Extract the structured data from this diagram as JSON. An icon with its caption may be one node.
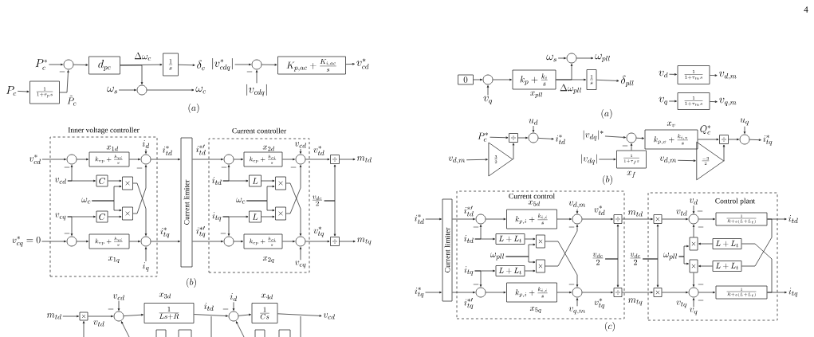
{
  "diagram": {
    "nodes": [
      {
        "text": [
          "P_c^*"
        ]
      },
      {
        "text": [],
        "shape": "circle",
        "beside": [
          "-"
        ]
      },
      {
        "text": [
          "d_{pc}"
        ]
      },
      {
        "text": [
          "\\frac{1}{s}"
        ]
      },
      {
        "text": [
          "\\delta_c"
        ]
      },
      {
        "text": [
          "P_c"
        ]
      },
      {
        "text": [
          "\\frac{1}{1+\\tau_p s}"
        ]
      },
      {
        "text": [
          "\\omega_s"
        ]
      },
      {
        "text": [],
        "shape": "circle"
      },
      {
        "text": [
          "\\omega_c"
        ]
      },
      {
        "text": [
          "|v_{cdq}^*|"
        ]
      },
      {
        "text": [],
        "shape": "circle",
        "beside": [
          "-"
        ]
      },
      {
        "text": [
          "|v_{cdq}|"
        ]
      },
      {
        "text": [
          "K_{p,ac}+\\frac{K_{i,ac}}{s}"
        ]
      },
      {
        "text": [
          "v_{cd}^*"
        ]
      },
      {
        "text": [
          "Inner voltage controller"
        ]
      },
      {
        "text": [
          "Current controller"
        ]
      },
      {
        "text": [
          "v_{cd}^*"
        ]
      },
      {
        "text": [],
        "shape": "circle",
        "beside": [
          "-"
        ],
        "in": 15
      },
      {
        "text": [
          "k_{vp}+\\frac{k_{vi}}{s}"
        ],
        "beside": [
          "x_{1d}"
        ],
        "in": 15
      },
      {
        "text": [],
        "shape": "circle",
        "beside": [
          "-"
        ],
        "in": 15
      },
      {
        "text": [
          "i_d"
        ],
        "in": 15
      },
      {
        "text": [
          "v_{cd}"
        ],
        "in": 15
      },
      {
        "text": [
          "C"
        ],
        "in": 15
      },
      {
        "text": [
          "\\times"
        ],
        "in": 15
      },
      {
        "text": [
          "\\omega_c"
        ],
        "in": 15
      },
      {
        "text": [
          "v_{cq}"
        ],
        "in": 15
      },
      {
        "text": [
          "C"
        ],
        "in": 15
      },
      {
        "text": [
          "\\times"
        ],
        "in": 15
      },
      {
        "text": [
          "v_{cq}^*=0"
        ]
      },
      {
        "text": [],
        "shape": "circle",
        "beside": [
          "-"
        ],
        "in": 15
      },
      {
        "text": [
          "k_{vp}+\\frac{k_{vi}}{s}"
        ],
        "beside": [
          "x_{1q}"
        ],
        "in": 15
      },
      {
        "text": [],
        "shape": "circle",
        "in": 15
      },
      {
        "text": [
          "i_q"
        ],
        "in": 15
      },
      {
        "text": [
          "Current limiter"
        ]
      },
      {
        "text": [],
        "shape": "circle",
        "beside": [
          "-"
        ],
        "in": 16
      },
      {
        "text": [
          "k_{cp}+\\frac{k_{ci}}{s}"
        ],
        "beside": [
          "x_{2d}"
        ],
        "in": 16
      },
      {
        "text": [],
        "shape": "circle",
        "beside": [
          "-"
        ],
        "in": 16
      },
      {
        "text": [
          "v_{cd}"
        ],
        "in": 16
      },
      {
        "text": [
          "i_{td}"
        ],
        "in": 16
      },
      {
        "text": [
          "L"
        ],
        "in": 16
      },
      {
        "text": [
          "\\times"
        ],
        "in": 16
      },
      {
        "text": [
          "\\omega_c"
        ],
        "in": 16
      },
      {
        "text": [
          "i_{tq}"
        ],
        "in": 16
      },
      {
        "text": [
          "L"
        ],
        "in": 16
      },
      {
        "text": [
          "\\times"
        ],
        "in": 16
      },
      {
        "text": [],
        "shape": "circle",
        "beside": [
          "-"
        ],
        "in": 16
      },
      {
        "text": [
          "k_{cp}+\\frac{k_{ci}}{s}"
        ],
        "beside": [
          "x_{2q}"
        ],
        "in": 16
      },
      {
        "text": [],
        "shape": "circle",
        "in": 16
      },
      {
        "text": [
          "v_{cq}"
        ],
        "in": 16
      },
      {
        "text": [
          "\\div"
        ]
      },
      {
        "text": [
          "m_{td}"
        ]
      },
      {
        "text": [
          "\\div"
        ]
      },
      {
        "text": [
          "m_{tq}"
        ]
      },
      {
        "text": [
          "\\frac{v_{dc}}{2}"
        ]
      },
      {
        "text": [
          "m_{td}"
        ]
      },
      {
        "text": [
          "\\times"
        ]
      },
      {
        "text": [],
        "shape": "circle",
        "beside": [
          "-"
        ]
      },
      {
        "text": [
          "v_{cd}"
        ]
      },
      {
        "text": [
          "\\frac{1}{Ls+R}"
        ],
        "beside": [
          "x_{3d}"
        ]
      },
      {
        "text": [],
        "shape": "circle",
        "beside": [
          "-"
        ]
      },
      {
        "text": [
          "i_d"
        ]
      },
      {
        "text": [
          "\\frac{1}{Cs}"
        ],
        "beside": [
          "x_{4d}"
        ]
      },
      {
        "text": [
          "v_{cd}"
        ]
      },
      {
        "text": [
          "0"
        ]
      },
      {
        "text": [],
        "shape": "circle"
      },
      {
        "text": [
          "v_q"
        ]
      },
      {
        "text": [
          "k_p+\\frac{k_i}{s}"
        ],
        "beside": [
          "x_{pll}"
        ]
      },
      {
        "text": [
          "\\frac{1}{s}"
        ]
      },
      {
        "text": [
          "\\delta_{pll}"
        ]
      },
      {
        "text": [
          "\\omega_s"
        ]
      },
      {
        "text": [],
        "shape": "circle"
      },
      {
        "text": [
          "\\omega_{pll}"
        ]
      },
      {
        "text": [
          "v_d"
        ]
      },
      {
        "text": [
          "\\frac{1}{1+\\tau_m s}"
        ]
      },
      {
        "text": [
          "v_{d,m}"
        ]
      },
      {
        "text": [
          "v_q"
        ]
      },
      {
        "text": [
          "\\frac{1}{1+\\tau_m s}"
        ]
      },
      {
        "text": [
          "v_{q,m}"
        ]
      },
      {
        "text": [
          "P_c^*"
        ]
      },
      {
        "text": [
          "\\div"
        ]
      },
      {
        "text": [],
        "shape": "circle"
      },
      {
        "text": [
          "u_d"
        ]
      },
      {
        "text": [
          "i_{td}^*"
        ]
      },
      {
        "text": [
          "v_{d,m}"
        ]
      },
      {
        "text": [
          "\\frac{3}{2}"
        ]
      },
      {
        "text": [
          "|v_{dq}|^*"
        ]
      },
      {
        "text": [],
        "shape": "circle",
        "beside": [
          "-"
        ]
      },
      {
        "text": [
          "k_{p,v}+\\frac{k_{i,v}}{s}"
        ],
        "beside": [
          "x_v"
        ]
      },
      {
        "text": [
          "\\div"
        ]
      },
      {
        "text": [],
        "shape": "circle"
      },
      {
        "text": [
          "u_q"
        ]
      },
      {
        "text": [
          "i_{tq}^*"
        ]
      },
      {
        "text": [
          "|v_{dq}|"
        ]
      },
      {
        "text": [
          "\\frac{1}{1+\\tau_f s}"
        ],
        "beside": [
          "x_f"
        ]
      },
      {
        "text": [
          "v_{d,m}"
        ]
      },
      {
        "text": [
          "\\frac{-3}{2}"
        ]
      },
      {
        "text": [
          "Current control"
        ]
      },
      {
        "text": [
          "Control plant"
        ]
      },
      {
        "text": [
          "i_{td}^*"
        ]
      },
      {
        "text": [
          "i_{tq}^*"
        ]
      },
      {
        "text": [
          "Current limiter"
        ]
      },
      {
        "text": [],
        "shape": "circle",
        "beside": [
          "-"
        ],
        "in": 97
      },
      {
        "text": [
          "k_{p,i}+\\frac{k_{i,i}}{s}"
        ],
        "beside": [
          "x_{5d}"
        ],
        "in": 97
      },
      {
        "text": [],
        "shape": "circle",
        "beside": [
          "-"
        ],
        "in": 97
      },
      {
        "text": [
          "v_{d,m}"
        ],
        "in": 97
      },
      {
        "text": [
          "i_{td}"
        ],
        "in": 97
      },
      {
        "text": [
          "L+L_t"
        ],
        "in": 97
      },
      {
        "text": [
          "\\times"
        ],
        "in": 97
      },
      {
        "text": [
          "\\omega_{pll}"
        ],
        "in": 97
      },
      {
        "text": [
          "i_{tq}"
        ],
        "in": 97
      },
      {
        "text": [
          "L+L_t"
        ],
        "in": 97
      },
      {
        "text": [
          "\\times"
        ],
        "in": 97
      },
      {
        "text": [],
        "shape": "circle",
        "beside": [
          "-"
        ],
        "in": 97
      },
      {
        "text": [
          "k_{p,i}+\\frac{k_{i,i}}{s}"
        ],
        "beside": [
          "x_{5q}"
        ],
        "in": 97
      },
      {
        "text": [],
        "shape": "circle",
        "beside": [
          "-"
        ],
        "in": 97
      },
      {
        "text": [
          "v_{q,m}"
        ],
        "in": 97
      },
      {
        "text": [
          "\\div"
        ],
        "in": 97
      },
      {
        "text": [
          "\\div"
        ],
        "in": 97
      },
      {
        "text": [
          "\\frac{v_{dc}}{2}"
        ],
        "in": 97
      },
      {
        "text": [
          "\\frac{v_{dc}}{2}"
        ]
      },
      {
        "text": [
          "\\times"
        ],
        "in": 98
      },
      {
        "text": [],
        "shape": "circle",
        "beside": [
          "-",
          "-"
        ],
        "in": 98
      },
      {
        "text": [
          "v_d"
        ],
        "in": 98
      },
      {
        "text": [
          "\\frac{1}{R+s(L+L_t)}"
        ],
        "in": 98
      },
      {
        "text": [
          "i_{td}"
        ]
      },
      {
        "text": [
          "\\times"
        ],
        "in": 98
      },
      {
        "text": [
          "L+L_t"
        ],
        "in": 98
      },
      {
        "text": [
          "\\omega_{pll}"
        ],
        "in": 98
      },
      {
        "text": [
          "\\times"
        ],
        "in": 98
      },
      {
        "text": [
          "L+L_t"
        ],
        "in": 98
      },
      {
        "text": [
          "\\times"
        ],
        "in": 98
      },
      {
        "text": [],
        "shape": "circle",
        "beside": [
          "-",
          "-"
        ],
        "in": 98
      },
      {
        "text": [
          "v_q"
        ],
        "in": 98
      },
      {
        "text": [
          "\\frac{1}{R+s(L+L_t)}"
        ],
        "in": 98
      },
      {
        "text": [
          "i_{tq}"
        ]
      }
    ],
    "edges": [
      {
        "from": 0,
        "to": 1,
        "arrow": "to"
      },
      {
        "from": 1,
        "to": 2,
        "arrow": "to"
      },
      {
        "from": 2,
        "to": 3,
        "arrow": "to",
        "label": "\\Delta\\omega_c"
      },
      {
        "from": 3,
        "to": 4,
        "arrow": "to"
      },
      {
        "from": 5,
        "to": 6,
        "arrow": "to"
      },
      {
        "from": 6,
        "to": 1,
        "arrow": "to",
        "label": "\\tilde{P}_c"
      },
      {
        "from": 2,
        "to": 8,
        "arrow": "to"
      },
      {
        "from": 7,
        "to": 8,
        "arrow": "to"
      },
      {
        "from": 8,
        "to": 9,
        "arrow": "to"
      },
      {
        "from": 10,
        "to": 11,
        "arrow": "to"
      },
      {
        "from": 12,
        "to": 11,
        "arrow": "to"
      },
      {
        "from": 11,
        "to": 13,
        "arrow": "to"
      },
      {
        "from": 13,
        "to": 14,
        "arrow": "to"
      },
      {
        "from": 17,
        "to": 18,
        "arrow": "to"
      },
      {
        "from": 18,
        "to": 19,
        "arrow": "to"
      },
      {
        "from": 19,
        "to": 20,
        "arrow": "to"
      },
      {
        "from": 21,
        "to": 20,
        "arrow": "to"
      },
      {
        "from": 20,
        "to": 34,
        "arrow": "to",
        "label": "i_{td}^*"
      },
      {
        "from": 22,
        "to": 23,
        "arrow": "to"
      },
      {
        "from": 22,
        "to": 18,
        "arrow": "to"
      },
      {
        "from": 23,
        "to": 24,
        "arrow": "to"
      },
      {
        "from": 25,
        "to": 24,
        "arrow": "to"
      },
      {
        "from": 25,
        "to": 28,
        "arrow": "to"
      },
      {
        "from": 26,
        "to": 27,
        "arrow": "to"
      },
      {
        "from": 26,
        "to": 30,
        "arrow": "to"
      },
      {
        "from": 27,
        "to": 28,
        "arrow": "to"
      },
      {
        "from": 24,
        "to": 32,
        "arrow": "to"
      },
      {
        "from": 28,
        "to": 20,
        "arrow": "to"
      },
      {
        "from": 29,
        "to": 30,
        "arrow": "to"
      },
      {
        "from": 30,
        "to": 31,
        "arrow": "to"
      },
      {
        "from": 31,
        "to": 32,
        "arrow": "to"
      },
      {
        "from": 33,
        "to": 32,
        "arrow": "to"
      },
      {
        "from": 32,
        "to": 34,
        "arrow": "to",
        "label": "i_{tq}^*"
      },
      {
        "from": 34,
        "to": 35,
        "arrow": "to",
        "label": "i_{td}^{*\\prime}"
      },
      {
        "from": 34,
        "to": 46,
        "arrow": "to",
        "label": "i_{tq}^{*\\prime}"
      },
      {
        "from": 35,
        "to": 36,
        "arrow": "to"
      },
      {
        "from": 36,
        "to": 37,
        "arrow": "to"
      },
      {
        "from": 38,
        "to": 37,
        "arrow": "to"
      },
      {
        "from": 37,
        "to": 50,
        "arrow": "to",
        "label": "v_{td}^*"
      },
      {
        "from": 50,
        "to": 51,
        "arrow": "to"
      },
      {
        "from": 39,
        "to": 40,
        "arrow": "to"
      },
      {
        "from": 39,
        "to": 35,
        "arrow": "to"
      },
      {
        "from": 40,
        "to": 41,
        "arrow": "to"
      },
      {
        "from": 42,
        "to": 41,
        "arrow": "to"
      },
      {
        "from": 42,
        "to": 45,
        "arrow": "to"
      },
      {
        "from": 43,
        "to": 44,
        "arrow": "to"
      },
      {
        "from": 43,
        "to": 46,
        "arrow": "to"
      },
      {
        "from": 44,
        "to": 45,
        "arrow": "to"
      },
      {
        "from": 41,
        "to": 48,
        "arrow": "to"
      },
      {
        "from": 45,
        "to": 37,
        "arrow": "to"
      },
      {
        "from": 46,
        "to": 47,
        "arrow": "to"
      },
      {
        "from": 47,
        "to": 48,
        "arrow": "to"
      },
      {
        "from": 49,
        "to": 48,
        "arrow": "to"
      },
      {
        "from": 48,
        "to": 52,
        "arrow": "to",
        "label": "v_{tq}^*"
      },
      {
        "from": 52,
        "to": 53,
        "arrow": "to"
      },
      {
        "from": 54,
        "to": 50,
        "arrow": "to"
      },
      {
        "from": 54,
        "to": 52,
        "arrow": "to"
      },
      {
        "from": 55,
        "to": 56,
        "arrow": "to"
      },
      {
        "from": 56,
        "to": 57,
        "arrow": "to",
        "label": "v_{td}"
      },
      {
        "from": 58,
        "to": 57,
        "arrow": "to"
      },
      {
        "from": 57,
        "to": 59,
        "arrow": "to"
      },
      {
        "from": 59,
        "to": 60,
        "arrow": "to",
        "label": "i_{td}"
      },
      {
        "from": 61,
        "to": 60,
        "arrow": "to"
      },
      {
        "from": 60,
        "to": 62,
        "arrow": "to"
      },
      {
        "from": 62,
        "to": 63,
        "arrow": "to"
      },
      {
        "from": null,
        "to": 56,
        "arrow": "to"
      },
      {
        "from": null,
        "to": 57,
        "arrow": "to"
      },
      {
        "from": null,
        "to": 60,
        "arrow": "to"
      },
      {
        "from": 64,
        "to": 65,
        "arrow": "to"
      },
      {
        "from": 66,
        "to": 65,
        "arrow": "to"
      },
      {
        "from": 65,
        "to": 67,
        "arrow": "to"
      },
      {
        "from": 67,
        "to": 68,
        "arrow": "to",
        "label": "\\Delta\\omega_{pll}"
      },
      {
        "from": 68,
        "to": 69,
        "arrow": "to"
      },
      {
        "from": 70,
        "to": 71,
        "arrow": "to"
      },
      {
        "from": 71,
        "to": 72,
        "arrow": "to"
      },
      {
        "from": 67,
        "to": 71,
        "arrow": "to"
      },
      {
        "from": 73,
        "to": 74,
        "arrow": "to"
      },
      {
        "from": 74,
        "to": 75,
        "arrow": "to"
      },
      {
        "from": 76,
        "to": 77,
        "arrow": "to"
      },
      {
        "from": 77,
        "to": 78,
        "arrow": "to"
      },
      {
        "from": 79,
        "to": 80,
        "arrow": "to"
      },
      {
        "from": 80,
        "to": 81,
        "arrow": "to"
      },
      {
        "from": 82,
        "to": 81,
        "arrow": "to"
      },
      {
        "from": 81,
        "to": 83,
        "arrow": "to"
      },
      {
        "from": 84,
        "to": 85,
        "arrow": "to"
      },
      {
        "from": 85,
        "to": 80,
        "arrow": "to"
      },
      {
        "from": 86,
        "to": 87,
        "arrow": "to"
      },
      {
        "from": 87,
        "to": 88,
        "arrow": "to"
      },
      {
        "from": 88,
        "to": 89,
        "arrow": "to",
        "label": "Q_c^*"
      },
      {
        "from": 89,
        "to": 90,
        "arrow": "to"
      },
      {
        "from": 91,
        "to": 90,
        "arrow": "to"
      },
      {
        "from": 90,
        "to": 92,
        "arrow": "to"
      },
      {
        "from": 93,
        "to": 94,
        "arrow": "to"
      },
      {
        "from": 94,
        "to": 87,
        "arrow": "to"
      },
      {
        "from": 95,
        "to": 96,
        "arrow": "to"
      },
      {
        "from": 96,
        "to": 89,
        "arrow": "to"
      },
      {
        "from": 99,
        "to": 101,
        "arrow": "to"
      },
      {
        "from": 100,
        "to": 101,
        "arrow": "to"
      },
      {
        "from": 101,
        "to": 102,
        "arrow": "to",
        "label": "i_{td}^{*\\prime}"
      },
      {
        "from": 101,
        "to": 113,
        "arrow": "to",
        "label": "i_{tq}^{*\\prime}"
      },
      {
        "from": 102,
        "to": 103,
        "arrow": "to"
      },
      {
        "from": 103,
        "to": 104,
        "arrow": "to"
      },
      {
        "from": 105,
        "to": 104,
        "arrow": "to"
      },
      {
        "from": 104,
        "to": 117,
        "arrow": "to",
        "label": "v_{td}^*"
      },
      {
        "from": 117,
        "to": 121,
        "arrow": "to",
        "label": "m_{td}"
      },
      {
        "from": 121,
        "to": 122,
        "arrow": "to",
        "label": "v_{td}"
      },
      {
        "from": 123,
        "to": 122,
        "arrow": "to"
      },
      {
        "from": 122,
        "to": 124,
        "arrow": "to"
      },
      {
        "from": 124,
        "to": 125,
        "arrow": "to"
      },
      {
        "from": 106,
        "to": 107,
        "arrow": "to"
      },
      {
        "from": 106,
        "to": 102,
        "arrow": "to"
      },
      {
        "from": 107,
        "to": 108,
        "arrow": "to"
      },
      {
        "from": 109,
        "to": 108,
        "arrow": "to"
      },
      {
        "from": 109,
        "to": 112,
        "arrow": "to"
      },
      {
        "from": 110,
        "to": 111,
        "arrow": "to"
      },
      {
        "from": 110,
        "to": 113,
        "arrow": "to"
      },
      {
        "from": 111,
        "to": 112,
        "arrow": "to"
      },
      {
        "from": 108,
        "to": 115,
        "arrow": "to"
      },
      {
        "from": 112,
        "to": 104,
        "arrow": "to"
      },
      {
        "from": 113,
        "to": 114,
        "arrow": "to"
      },
      {
        "from": 114,
        "to": 115,
        "arrow": "to"
      },
      {
        "from": 116,
        "to": 115,
        "arrow": "to"
      },
      {
        "from": 115,
        "to": 118,
        "arrow": "to",
        "label": "v_{tq}^*"
      },
      {
        "from": 118,
        "to": 131,
        "arrow": "to",
        "label": "m_{tq}"
      },
      {
        "from": 131,
        "to": 132,
        "arrow": "to",
        "label": "v_{tq}"
      },
      {
        "from": 133,
        "to": 132,
        "arrow": "to"
      },
      {
        "from": 132,
        "to": 134,
        "arrow": "to"
      },
      {
        "from": 134,
        "to": 135,
        "arrow": "to"
      },
      {
        "from": 119,
        "to": 117,
        "arrow": "to"
      },
      {
        "from": 119,
        "to": 118,
        "arrow": "to"
      },
      {
        "from": 120,
        "to": 121,
        "arrow": "to"
      },
      {
        "from": 120,
        "to": 131,
        "arrow": "to"
      },
      {
        "from": 128,
        "to": 126,
        "arrow": "to"
      },
      {
        "from": 128,
        "to": 129,
        "arrow": "to"
      },
      {
        "from": 127,
        "to": 126,
        "arrow": "to"
      },
      {
        "from": 130,
        "to": 129,
        "arrow": "to"
      },
      {
        "from": 126,
        "to": 122,
        "arrow": "to"
      },
      {
        "from": 129,
        "to": 132,
        "arrow": "to"
      },
      {
        "from": 124,
        "to": 130,
        "arrow": "none"
      },
      {
        "from": 134,
        "to": 127,
        "arrow": "none"
      }
    ],
    "labels": [
      "4",
      "(a)",
      "(b)",
      "(a)",
      "(b)",
      "(c)"
    ]
  }
}
